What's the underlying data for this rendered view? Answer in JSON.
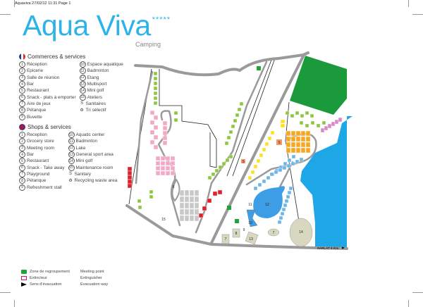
{
  "print_header": "Aquaviva  27/02/12  11:31  Page 1",
  "brand": {
    "title": "Aqua Viva",
    "stars": "*****",
    "subtitle": "Camping",
    "color": "#2eb3e8"
  },
  "legend_fr": {
    "heading": "Commerces & services",
    "left": [
      {
        "n": "1",
        "label": "Réception"
      },
      {
        "n": "2",
        "label": "Epicerie"
      },
      {
        "n": "3",
        "label": "Salle de réunion"
      },
      {
        "n": "4",
        "label": "Bar"
      },
      {
        "n": "5",
        "label": "Restaurant"
      },
      {
        "n": "6",
        "label": "Snack - plats à emporter"
      },
      {
        "n": "7",
        "label": "Aire de jeux"
      },
      {
        "n": "8",
        "label": "Pétanque"
      },
      {
        "n": "9",
        "label": "Buvette"
      }
    ],
    "right": [
      {
        "n": "10",
        "label": "Espace aquatique"
      },
      {
        "n": "11",
        "label": "Badminton"
      },
      {
        "n": "12",
        "label": "Etang"
      },
      {
        "n": "13",
        "label": "Multisport"
      },
      {
        "n": "14",
        "label": "Mini golf"
      },
      {
        "n": "15",
        "label": "Ateliers"
      },
      {
        "n": "S",
        "label": "Sanitaires"
      },
      {
        "n": "♻",
        "label": "Tri sélectif"
      }
    ]
  },
  "legend_en": {
    "heading": "Shops & services",
    "left": [
      {
        "n": "1",
        "label": "Reception"
      },
      {
        "n": "2",
        "label": "Grocery store"
      },
      {
        "n": "3",
        "label": "Meeting room"
      },
      {
        "n": "4",
        "label": "Bar"
      },
      {
        "n": "5",
        "label": "Restaurant"
      },
      {
        "n": "6",
        "label": "Snack - Take away"
      },
      {
        "n": "7",
        "label": "Playground"
      },
      {
        "n": "8",
        "label": "Pétanque"
      },
      {
        "n": "9",
        "label": "Refreshment stall"
      }
    ],
    "right": [
      {
        "n": "10",
        "label": "Aquatic center"
      },
      {
        "n": "11",
        "label": "Badminton"
      },
      {
        "n": "12",
        "label": "Lake"
      },
      {
        "n": "13",
        "label": "General sport area"
      },
      {
        "n": "14",
        "label": "Mini golf"
      },
      {
        "n": "15",
        "label": "Maintenance room"
      },
      {
        "n": "S",
        "label": "Sanitary"
      },
      {
        "n": "♻",
        "label": "Recycling waste area"
      }
    ]
  },
  "bottom_legend": [
    {
      "icon": "meeting-point-icon",
      "fr": "Zone de regroupement",
      "en": "Meeting point",
      "color": "#22a33a"
    },
    {
      "icon": "extinguisher-icon",
      "fr": "Extincteur",
      "en": "Extinguisher",
      "color": "#d4145a"
    },
    {
      "icon": "arrow-icon",
      "fr": "Sens d'évacuation",
      "en": "Evacuation way",
      "color": "#000000"
    }
  ],
  "map": {
    "labels": {
      "lake": "12",
      "minigolf": "14",
      "playground_a": "7",
      "playground_b": "7",
      "sport": "13",
      "petanque": "8",
      "maint": "15",
      "buvette": "9",
      "aquatic": "10",
      "badminton": "11",
      "restaurant": "5",
      "sanitary_a": "S",
      "sanitary_b": "S"
    },
    "exit_sign": "SARLAT 6 Km",
    "colors": {
      "water": "#1ea7e6",
      "field": "#1a9a3a",
      "road": "#9a9a9a",
      "pink": "#f3a9c6",
      "green": "#8cc63f",
      "orange": "#f7a823",
      "yellow": "#ffe01a",
      "blue": "#6cb6e8",
      "red": "#e0202a",
      "grey": "#c8c8c8",
      "beige": "#d8d8c0",
      "salmon": "#f19a6c"
    }
  }
}
